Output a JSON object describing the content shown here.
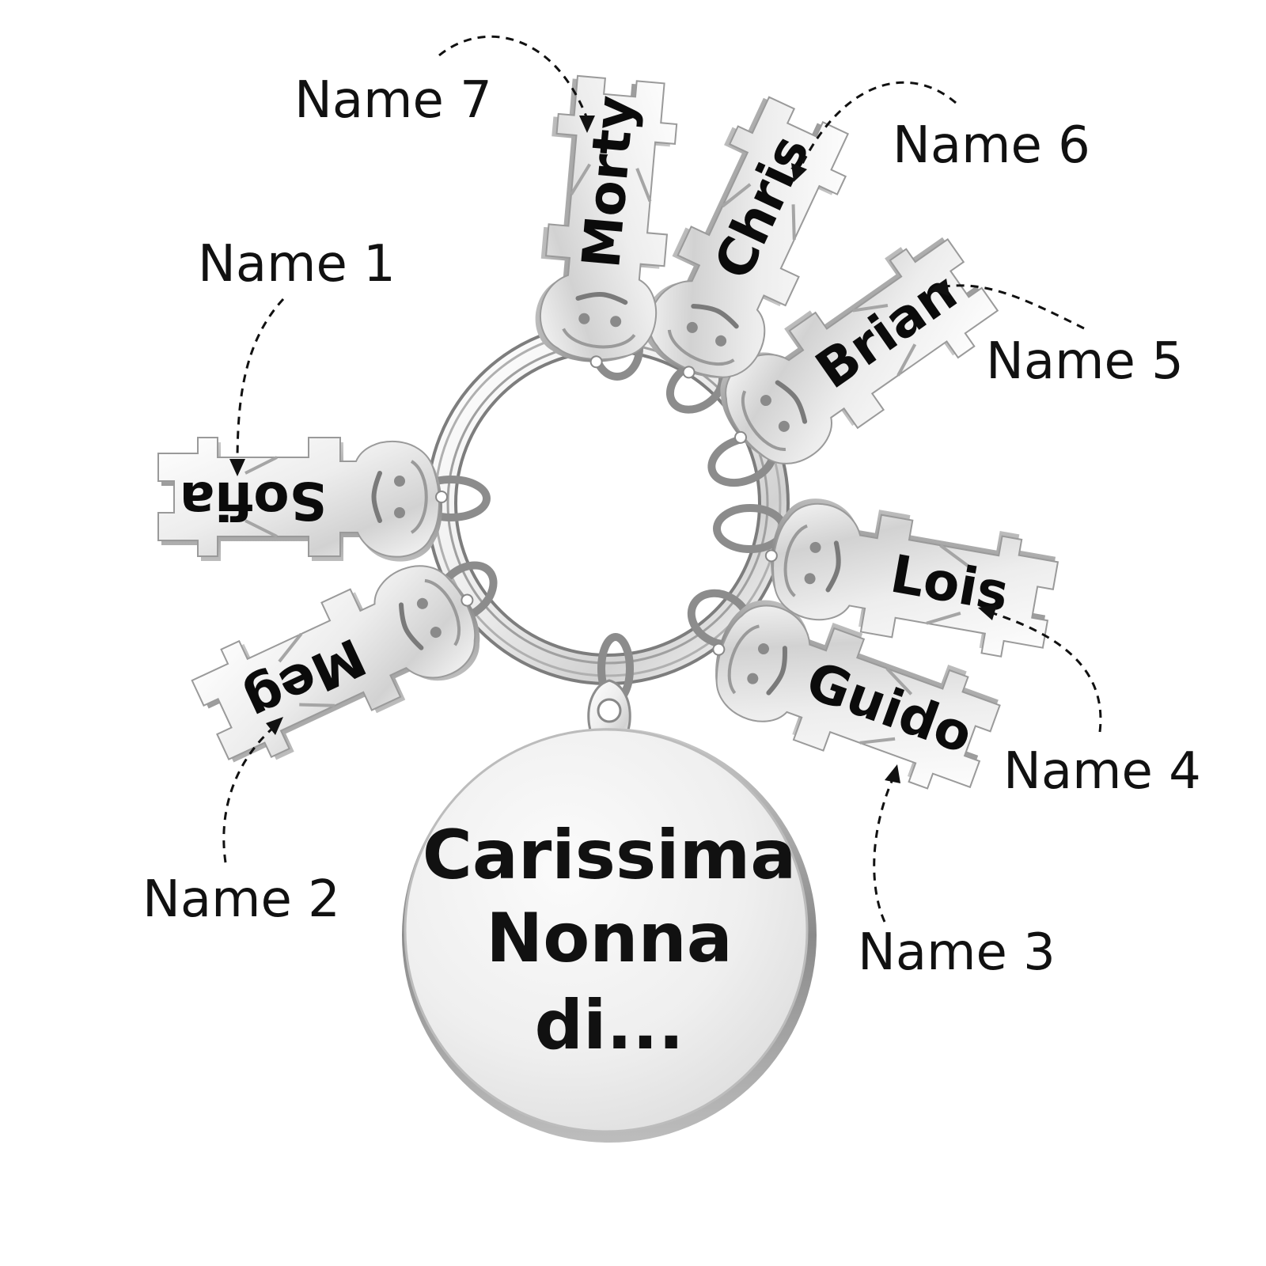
{
  "pendant": {
    "lines": [
      "Carissima",
      "Nonna",
      "di..."
    ]
  },
  "charms": [
    {
      "id": "sofia",
      "name": "Sofia",
      "callout": "Name 1"
    },
    {
      "id": "meg",
      "name": "Meg",
      "callout": "Name 2"
    },
    {
      "id": "guido",
      "name": "Guido",
      "callout": "Name 3"
    },
    {
      "id": "lois",
      "name": "Lois",
      "callout": "Name 4"
    },
    {
      "id": "brian",
      "name": "Brian",
      "callout": "Name 5"
    },
    {
      "id": "chris",
      "name": "Chris",
      "callout": "Name 6"
    },
    {
      "id": "morty",
      "name": "Morty",
      "callout": "Name 7"
    }
  ],
  "colors": {
    "metal_light": "#f4f4f4",
    "metal_mid": "#d6d6d6",
    "metal_dark": "#8e8e8e",
    "ink": "#111111"
  }
}
